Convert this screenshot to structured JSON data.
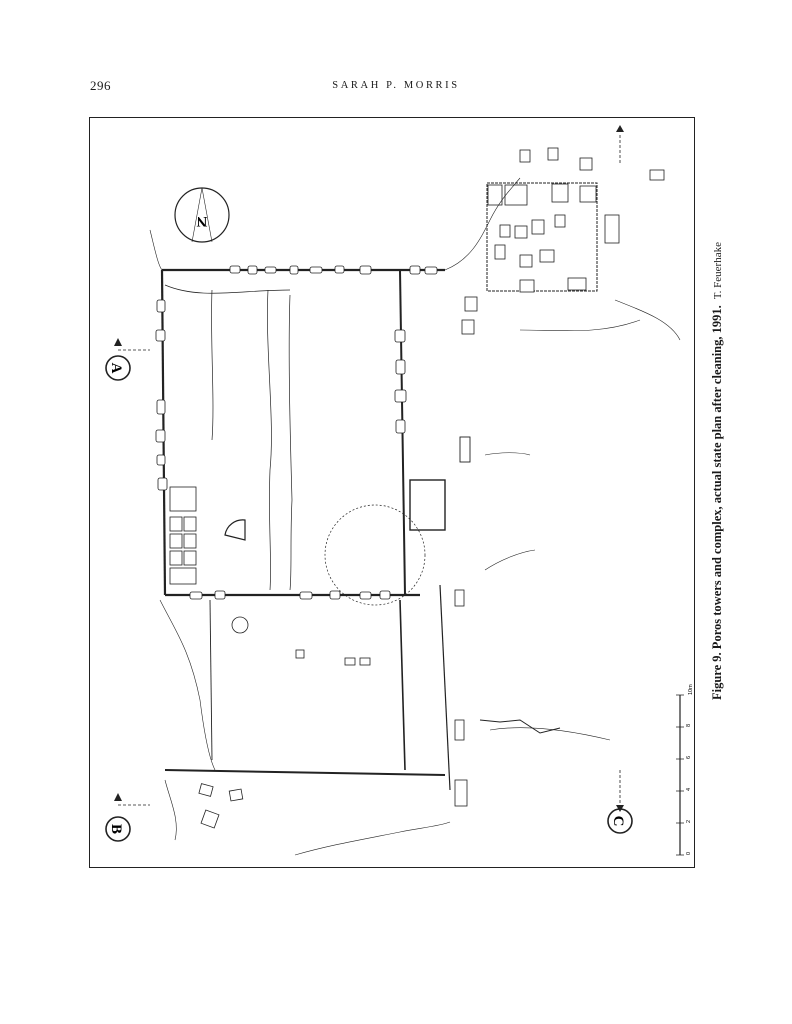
{
  "header": {
    "page_number": "296",
    "running_head": "SARAH P. MORRIS"
  },
  "figure": {
    "caption_main": "Figure 9. Poros towers and complex, actual state plan after cleaning, 1991.",
    "caption_credit": "T. Feuerhake",
    "north_label": "N",
    "section_labels": [
      "A",
      "B",
      "C"
    ],
    "scale_ticks": [
      "0",
      "2",
      "4",
      "6",
      "8",
      "10m"
    ]
  }
}
